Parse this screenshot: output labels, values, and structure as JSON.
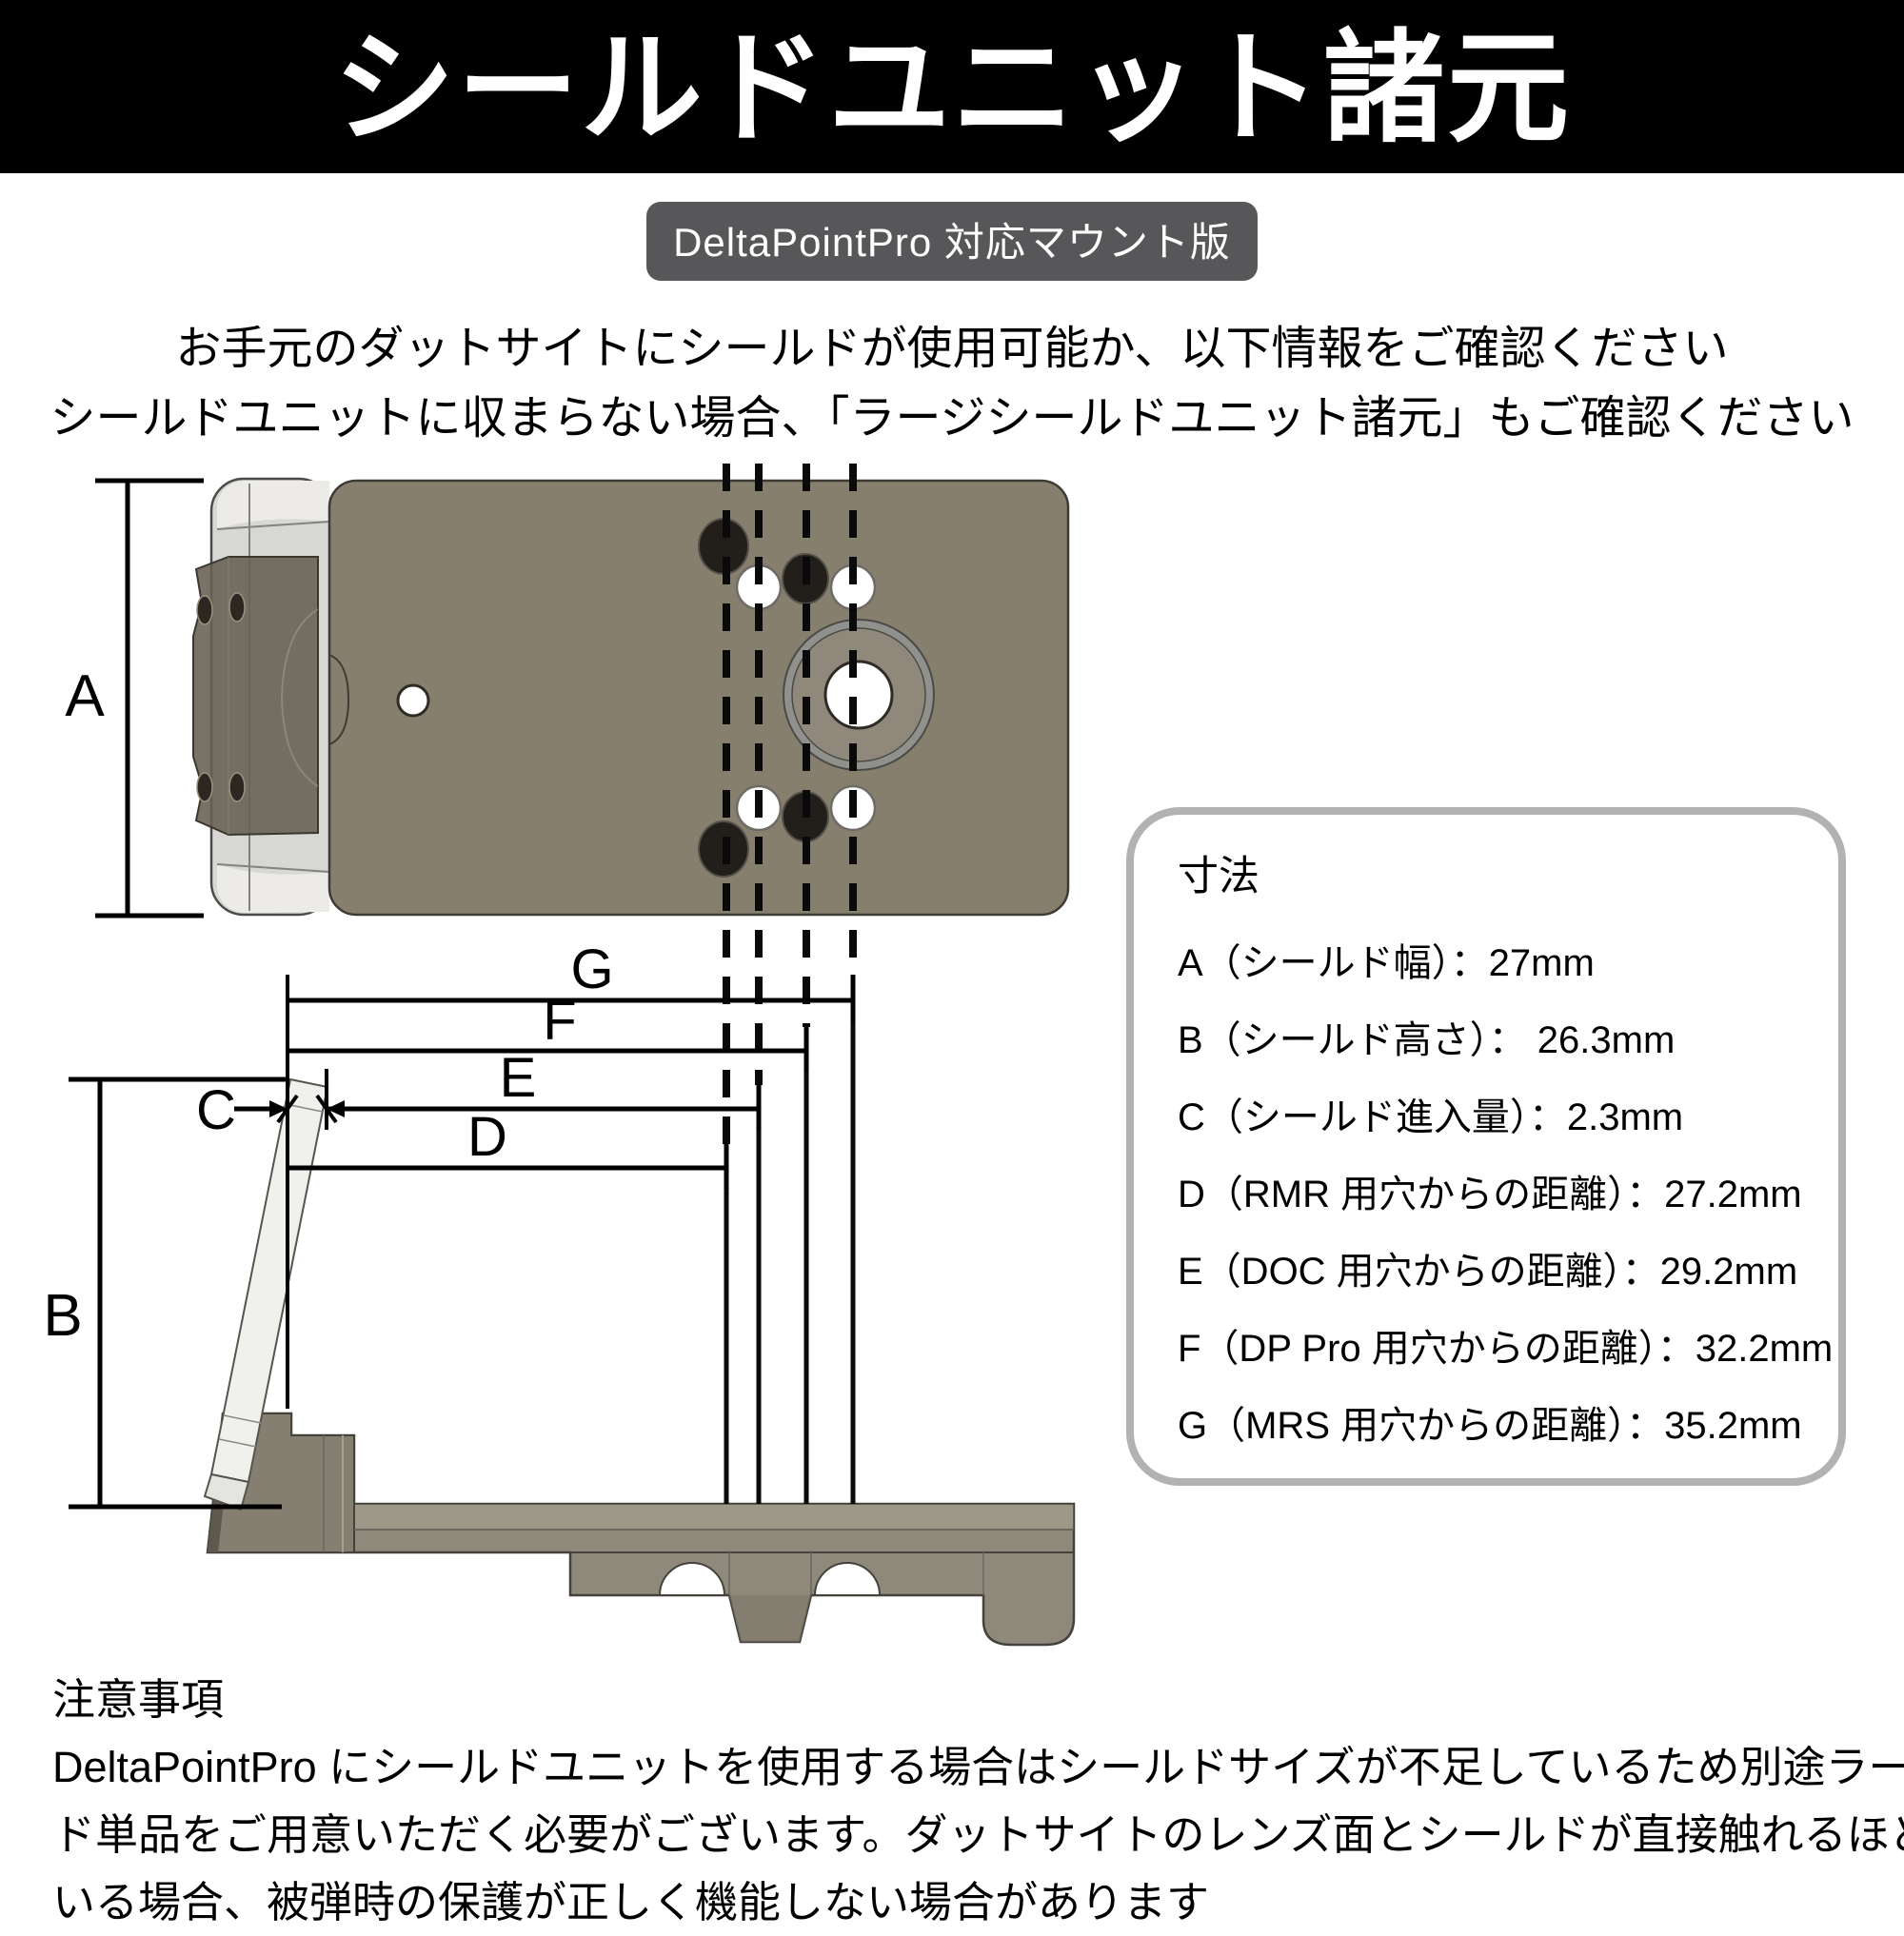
{
  "banner": {
    "title": "シールドユニット諸元"
  },
  "badge": {
    "label": "DeltaPointPro 対応マウント版"
  },
  "intro": {
    "line1": "お手元のダットサイトにシールドが使用可能か、以下情報をご確認ください",
    "line2": "シールドユニットに収まらない場合、「ラージシールドユニット諸元」もご確認ください"
  },
  "diagram": {
    "labels": {
      "A": "A",
      "B": "B",
      "C": "C",
      "D": "D",
      "E": "E",
      "F": "F",
      "G": "G"
    }
  },
  "spec_box": {
    "title": "寸法",
    "rows": [
      {
        "text": "A（シールド幅）：27mm"
      },
      {
        "text": "B（シールド高さ）： 26.3mm"
      },
      {
        "text": "C（シールド進入量）：2.3mm"
      },
      {
        "text": "D（RMR 用穴からの距離）：27.2mm"
      },
      {
        "text": "E（DOC 用穴からの距離）：29.2mm"
      },
      {
        "text": "F（DP Pro 用穴からの距離）：32.2mm"
      },
      {
        "text": "G（MRS 用穴からの距離）：35.2mm"
      }
    ]
  },
  "notes": {
    "title": "注意事項",
    "lines": [
      "DeltaPointPro にシールドユニットを使用する場合はシールドサイズが不足しているため別途ラージシール",
      "ド単品をご用意いただく必要がございます。ダットサイトのレンズ面とシールドが直接触れるほど近接して",
      "いる場合、被弾時の保護が正しく機能しない場合があります"
    ]
  },
  "colors": {
    "banner_bg": "#000000",
    "badge_bg": "#57575a",
    "plate": "#877f6e",
    "shield": "#d7d7d4",
    "base": "#8f897c",
    "box_border": "#b2b2b2",
    "line": "#000000"
  }
}
